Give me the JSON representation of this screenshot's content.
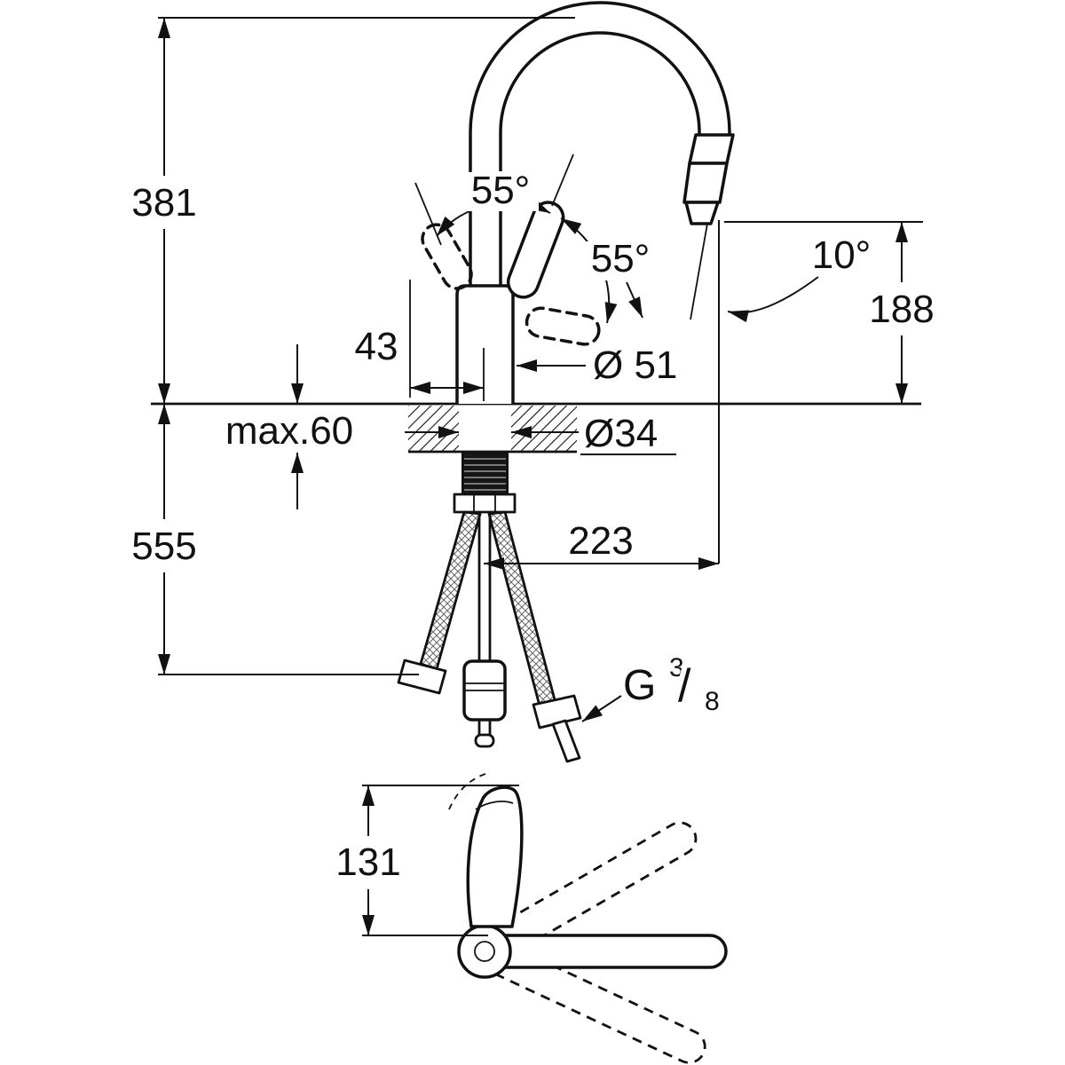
{
  "dims": {
    "total_height": "381",
    "below_counter": "555",
    "handle_swing_left": "55°",
    "handle_swing_right": "55°",
    "spray_angle": "10°",
    "outlet_height": "188",
    "handle_offset": "43",
    "body_diameter": "Ø 51",
    "max_counter_thickness": "max.60",
    "hole_diameter": "Ø34",
    "spout_reach": "223",
    "top_view_depth": "131"
  },
  "thread": {
    "prefix": "G",
    "numerator": "3",
    "slash": "/",
    "denominator": "8"
  }
}
